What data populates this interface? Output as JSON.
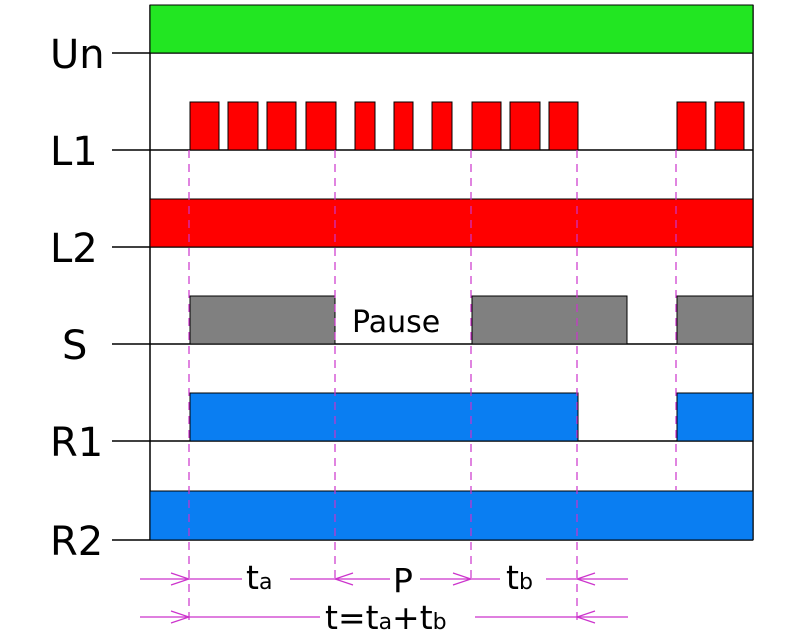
{
  "colors": {
    "un": "#22e622",
    "red": "#ff0000",
    "gray": "#808080",
    "blue": "#0a7ef2",
    "guide": "#cc33cc",
    "line": "#000000"
  },
  "rows": [
    {
      "label": "Un"
    },
    {
      "label": "L1"
    },
    {
      "label": "L2"
    },
    {
      "label": "S"
    },
    {
      "label": "R1"
    },
    {
      "label": "R2"
    }
  ],
  "pause_label": "Pause",
  "dimensions": {
    "ta": {
      "main": "t",
      "sub": "a"
    },
    "p": {
      "main": "P"
    },
    "tb": {
      "main": "t",
      "sub": "b"
    },
    "total": {
      "t": "t",
      "eq": "=",
      "t1": "t",
      "sub1": "a",
      "plus": "+",
      "t2": "t",
      "sub2": "b"
    }
  }
}
